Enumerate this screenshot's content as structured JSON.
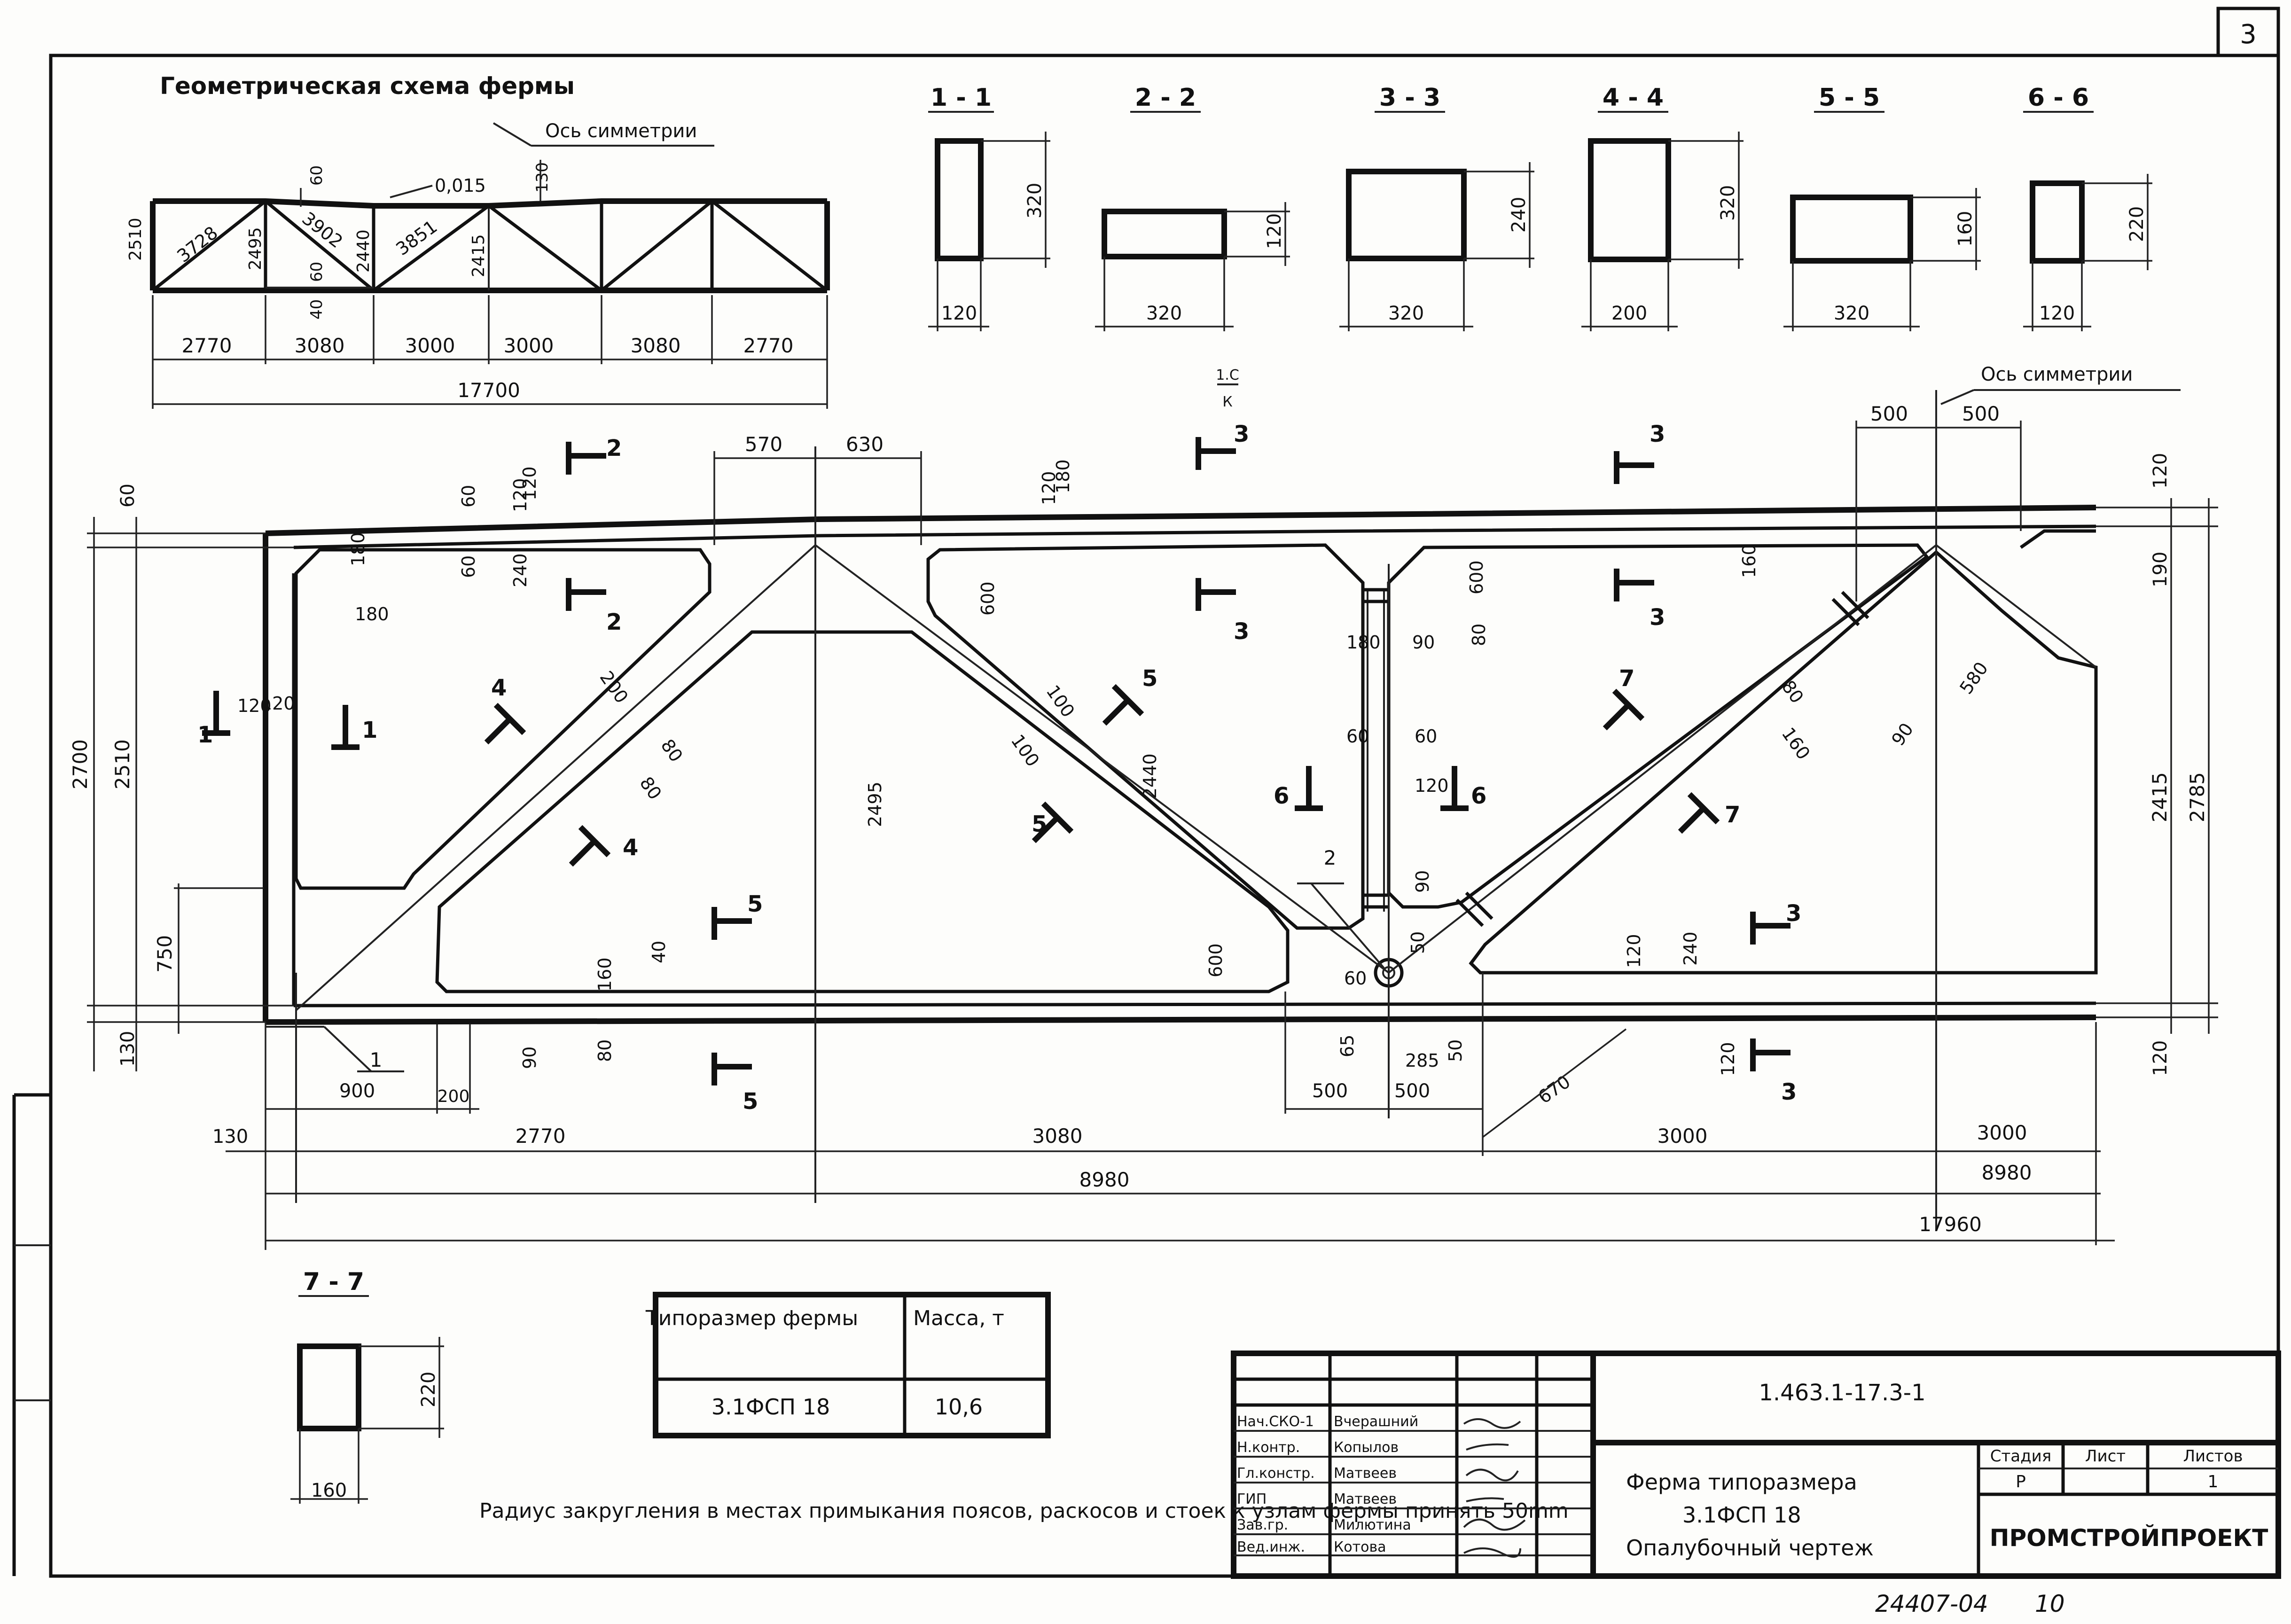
{
  "sheet_number": "3",
  "schema": {
    "title": "Геометрическая схема фермы",
    "symmetry_axis_label": "Ось симметрии",
    "slope": "0,015",
    "diagonal_lengths": [
      "3728",
      "3902",
      "3851"
    ],
    "vertical_heights": [
      "2510",
      "2495",
      "2440",
      "2415"
    ],
    "top_dims": [
      "60",
      "130"
    ],
    "side_dims": [
      "60",
      "40"
    ],
    "panel_dims": [
      "2770",
      "3080",
      "3000",
      "3000",
      "3080",
      "2770"
    ],
    "total": "17700"
  },
  "sections": [
    {
      "label": "1 - 1",
      "width": "120",
      "height": "320"
    },
    {
      "label": "2 - 2",
      "width": "320",
      "height": "120"
    },
    {
      "label": "3 - 3",
      "width": "320",
      "height": "240"
    },
    {
      "label": "4 - 4",
      "width": "200",
      "height": "320"
    },
    {
      "label": "5 - 5",
      "width": "320",
      "height": "160"
    },
    {
      "label": "6 - 6",
      "width": "120",
      "height": "220"
    },
    {
      "label": "7 - 7",
      "width": "160",
      "height": "220"
    }
  ],
  "main": {
    "symmetry_axis_label": "Ось симметрии",
    "top_dims": [
      "570",
      "630",
      "500",
      "500"
    ],
    "left_dims": [
      "60",
      "2700",
      "2510",
      "750",
      "130"
    ],
    "right_dims": [
      "120",
      "190",
      "2415",
      "2785",
      "120"
    ],
    "detail_dims": [
      "120",
      "180",
      "180",
      "120",
      "60",
      "60",
      "120",
      "240",
      "120",
      "600",
      "120",
      "180",
      "180",
      "90",
      "600",
      "80",
      "160",
      "100",
      "100",
      "200",
      "80",
      "80",
      "160",
      "80",
      "90",
      "580",
      "60",
      "60",
      "120",
      "90",
      "50",
      "60",
      "600",
      "240",
      "120",
      "80",
      "160",
      "40",
      "65",
      "285",
      "50",
      "90",
      "670",
      "120",
      "2495",
      "2440"
    ],
    "bottom_dims": [
      "900",
      "200",
      "500",
      "500",
      "130",
      "2770",
      "3080",
      "3000",
      "3000",
      "8980",
      "8980",
      "17960"
    ],
    "section_marks": [
      "1",
      "1",
      "2",
      "2",
      "3",
      "3",
      "3",
      "3",
      "3",
      "3",
      "4",
      "4",
      "5",
      "5",
      "5",
      "5",
      "6",
      "6",
      "7",
      "7"
    ],
    "callouts": [
      "1",
      "2"
    ],
    "note_fraction_top": "1.С",
    "note_fraction_bottom": "К"
  },
  "mass_table": {
    "col1_header": "Типоразмер фермы",
    "col2_header": "Масса, т",
    "type": "3.1ФСП 18",
    "mass": "10,6"
  },
  "note": "Радиус закругления в местах примыкания поясов, раскосов и стоек к узлам фермы принять 50mm",
  "title_block": {
    "doc_code": "1.463.1-17.3-1",
    "roles": [
      "Нач.СКО-1",
      "Н.контр.",
      "Гл.констр.",
      "ГИП",
      "Зав.гр.",
      "Вед.инж."
    ],
    "names": [
      "Вчерашний",
      "Копылов",
      "Матвеев",
      "Матвеев",
      "Милютина",
      "Котова"
    ],
    "title_line1": "Ферма типоразмера",
    "title_line2": "3.1ФСП 18",
    "title_line3": "Опалубочный чертеж",
    "stage_header": "Стадия",
    "sheet_header": "Лист",
    "sheets_header": "Листов",
    "stage": "Р",
    "sheet": "",
    "sheets": "1",
    "organization": "ПРОМСТРОЙПРОЕКТ"
  },
  "footer_code": "24407-04",
  "footer_page": "10"
}
